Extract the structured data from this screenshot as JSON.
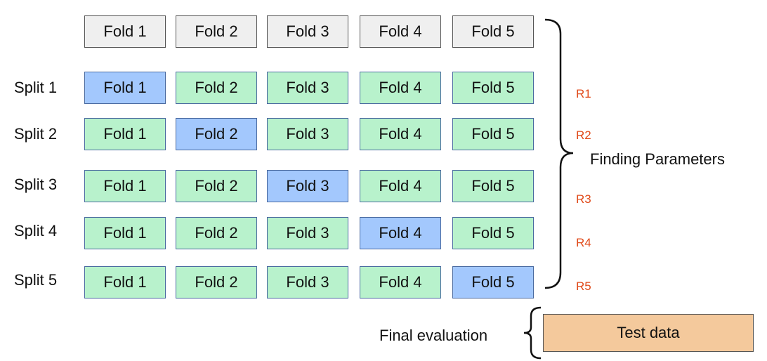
{
  "header_row": [
    "Fold 1",
    "Fold 2",
    "Fold 3",
    "Fold 4",
    "Fold 5"
  ],
  "splits": [
    {
      "label": "Split 1",
      "folds": [
        "Fold 1",
        "Fold 2",
        "Fold 3",
        "Fold 4",
        "Fold 5"
      ],
      "validation_fold": 1
    },
    {
      "label": "Split 2",
      "folds": [
        "Fold 1",
        "Fold 2",
        "Fold 3",
        "Fold 4",
        "Fold 5"
      ],
      "validation_fold": 2
    },
    {
      "label": "Split 3",
      "folds": [
        "Fold 1",
        "Fold 2",
        "Fold 3",
        "Fold 4",
        "Fold 5"
      ],
      "validation_fold": 3
    },
    {
      "label": "Split 4",
      "folds": [
        "Fold 1",
        "Fold 2",
        "Fold 3",
        "Fold 4",
        "Fold 5"
      ],
      "validation_fold": 4
    },
    {
      "label": "Split 5",
      "folds": [
        "Fold 1",
        "Fold 2",
        "Fold 3",
        "Fold 4",
        "Fold 5"
      ],
      "validation_fold": 5
    }
  ],
  "results": [
    "R1",
    "R2",
    "R3",
    "R4",
    "R5"
  ],
  "finding_parameters_label": "Finding Parameters",
  "final_evaluation_label": "Final evaluation",
  "test_data_label": "Test data",
  "colors": {
    "header_fill": "#efefef",
    "train_fill": "#b8f2cc",
    "validation_fill": "#a3c8fd",
    "test_fill": "#f4c99c",
    "result_text": "#e04a1a"
  }
}
